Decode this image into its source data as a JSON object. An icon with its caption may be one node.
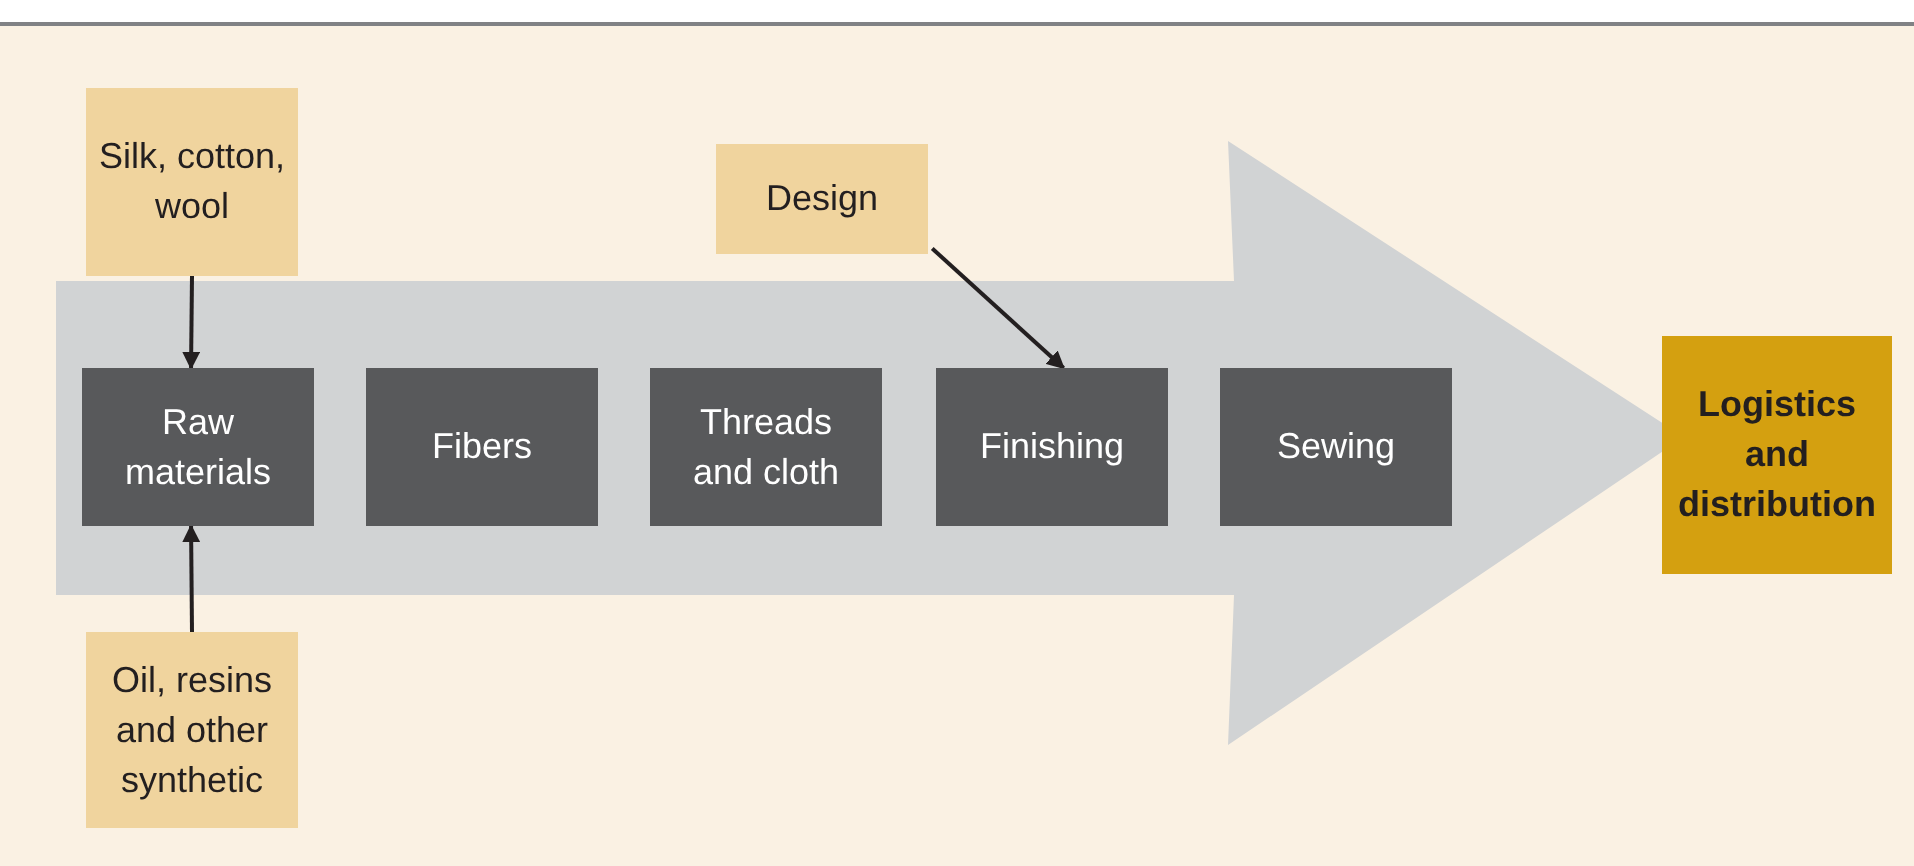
{
  "diagram": {
    "nodes": [
      {
        "text": [
          "Silk, cotton, wool"
        ]
      },
      {
        "text": [
          "Oil, resins and other synthetic"
        ]
      },
      {
        "text": [
          "Design"
        ]
      },
      {
        "text": [
          "Raw materials"
        ]
      },
      {
        "text": [
          "Fibers"
        ]
      },
      {
        "text": [
          "Threads and cloth"
        ]
      },
      {
        "text": [
          "Finishing"
        ]
      },
      {
        "text": [
          "Sewing"
        ]
      },
      {
        "text": [
          "Logistics and distribution"
        ]
      }
    ],
    "edges": [
      {
        "from": 0,
        "to": 3,
        "arrow": "to"
      },
      {
        "from": 1,
        "to": 3,
        "arrow": "to"
      },
      {
        "from": 2,
        "to": 6,
        "arrow": "to"
      },
      {
        "from": 3,
        "to": 8,
        "arrow": "to",
        "style": "thick",
        "color": "#d1d3d4"
      }
    ]
  }
}
